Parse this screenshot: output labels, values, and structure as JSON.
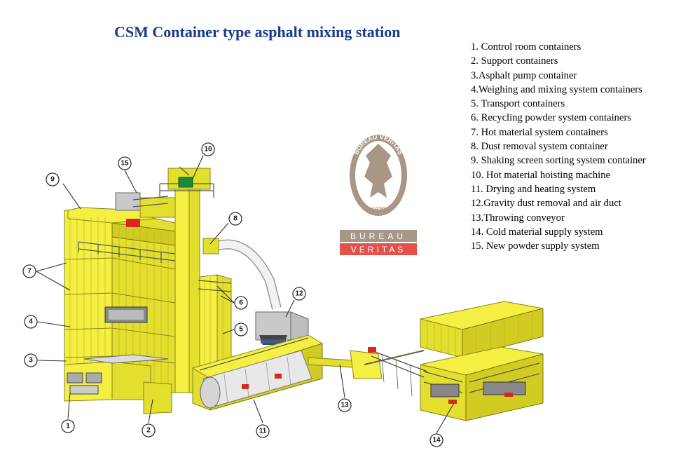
{
  "title": "CSM Container type asphalt mixing station",
  "legend": [
    "1. Control room containers",
    "2. Support containers",
    "3.Asphalt pump container",
    "4.Weighing and mixing system containers",
    "5. Transport containers",
    "6. Recycling powder system containers",
    "7. Hot material system containers",
    "8. Dust removal system container",
    "9. Shaking screen sorting system container",
    "10. Hot material hoisting machine",
    "11. Drying and heating system",
    "12.Gravity dust removal and air duct",
    "13.Throwing conveyor",
    "14. Cold material supply system",
    "15. New powder supply system"
  ],
  "callouts": [
    "1",
    "2",
    "3",
    "4",
    "5",
    "6",
    "7",
    "8",
    "9",
    "10",
    "11",
    "12",
    "13",
    "14",
    "15"
  ],
  "logo": {
    "seal_text": "BUREAU VERITAS",
    "seal_year": "1828",
    "bar_top": "BUREAU",
    "bar_bottom": "VERITAS",
    "colors": {
      "seal": "#a89687",
      "bar_top": "#a89687",
      "bar_bottom": "#e2524a"
    }
  },
  "colors": {
    "title": "#1a3a8c",
    "container": "#f4f043"
  }
}
